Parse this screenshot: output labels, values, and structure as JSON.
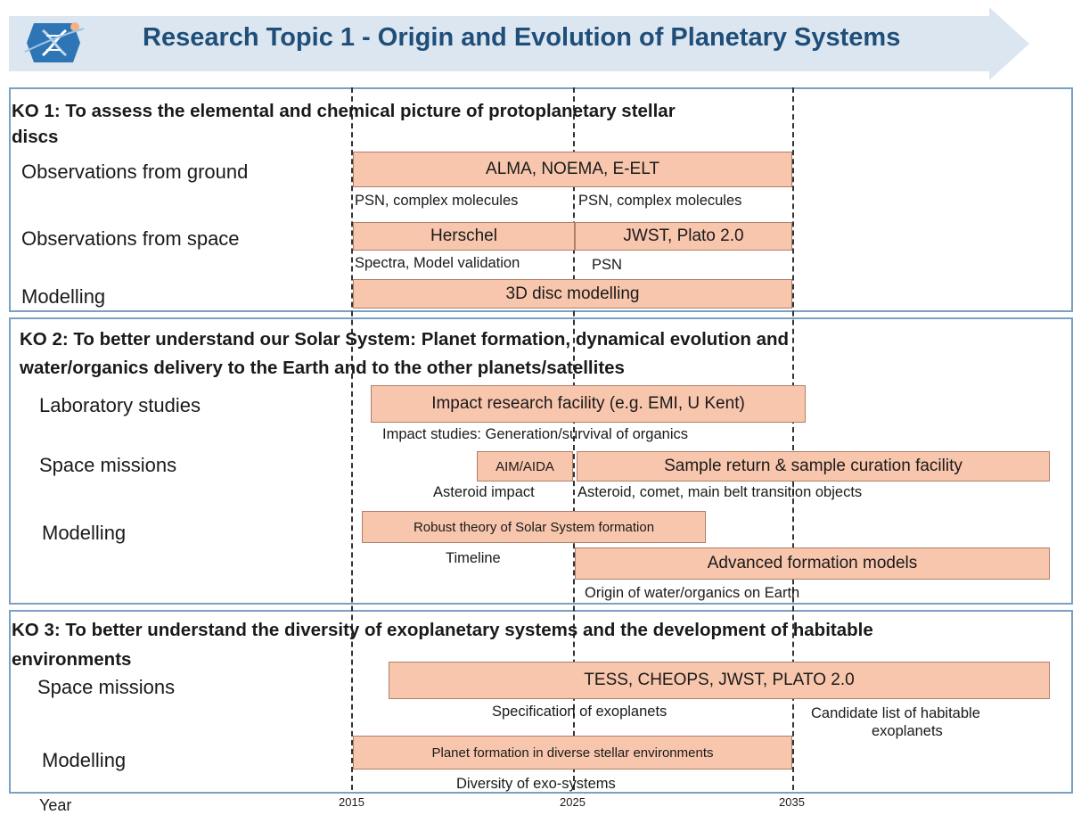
{
  "header": {
    "title": "Research Topic 1 - Origin and Evolution of Planetary Systems",
    "logo_icon": "dna-planet-icon",
    "arrow_color": "#dce6f1",
    "title_color": "#1f4e79"
  },
  "ko1": {
    "title_line1": "KO 1: To assess the elemental and chemical picture of protoplanetary  stellar",
    "title_line2": "discs",
    "rows": {
      "ground": {
        "label": "Observations from ground",
        "bar": "ALMA, NOEMA, E-ELT",
        "note_left": "PSN, complex molecules",
        "note_right": "PSN, complex molecules"
      },
      "space": {
        "label": "Observations from space",
        "bar_left": "Herschel",
        "bar_right": "JWST, Plato 2.0",
        "note_left": "Spectra, Model validation",
        "note_right": "PSN"
      },
      "modelling": {
        "label": "Modelling",
        "bar": "3D disc modelling"
      }
    }
  },
  "ko2": {
    "title_line1": "KO 2: To better understand our Solar System: Planet formation, dynamical evolution and",
    "title_line2": "water/organics delivery to the Earth and to the other planets/satellites",
    "rows": {
      "lab": {
        "label": "Laboratory studies",
        "bar": "Impact research facility (e.g. EMI, U Kent)",
        "note": "Impact studies: Generation/survival  of organics"
      },
      "space": {
        "label": "Space missions",
        "bar_left": "AIM/AIDA",
        "bar_right": "Sample return & sample curation facility",
        "note_left": "Asteroid impact",
        "note_right": "Asteroid, comet, main belt transition objects"
      },
      "modelling": {
        "label": "Modelling",
        "bar_left": "Robust theory of Solar System formation",
        "note_left": "Timeline",
        "bar_right": "Advanced formation models",
        "note_right": "Origin of water/organics on Earth"
      }
    }
  },
  "ko3": {
    "title_line1": "KO 3: To better understand the diversity of exoplanetary systems and the development of habitable",
    "title_line2": "environments",
    "rows": {
      "space": {
        "label": "Space missions",
        "bar": "TESS, CHEOPS, JWST, PLATO 2.0",
        "note_left": "Specification of exoplanets",
        "note_right_line1": "Candidate list of habitable",
        "note_right_line2": "exoplanets"
      },
      "modelling": {
        "label": "Modelling",
        "bar": "Planet formation in diverse stellar environments",
        "note": "Diversity of exo-systems"
      }
    }
  },
  "timeline": {
    "label": "Year",
    "ticks": [
      "2015",
      "2025",
      "2035"
    ]
  },
  "colors": {
    "bar_fill": "#f8c6ad",
    "bar_border": "#b07f68",
    "section_border": "#7aa0c4"
  }
}
